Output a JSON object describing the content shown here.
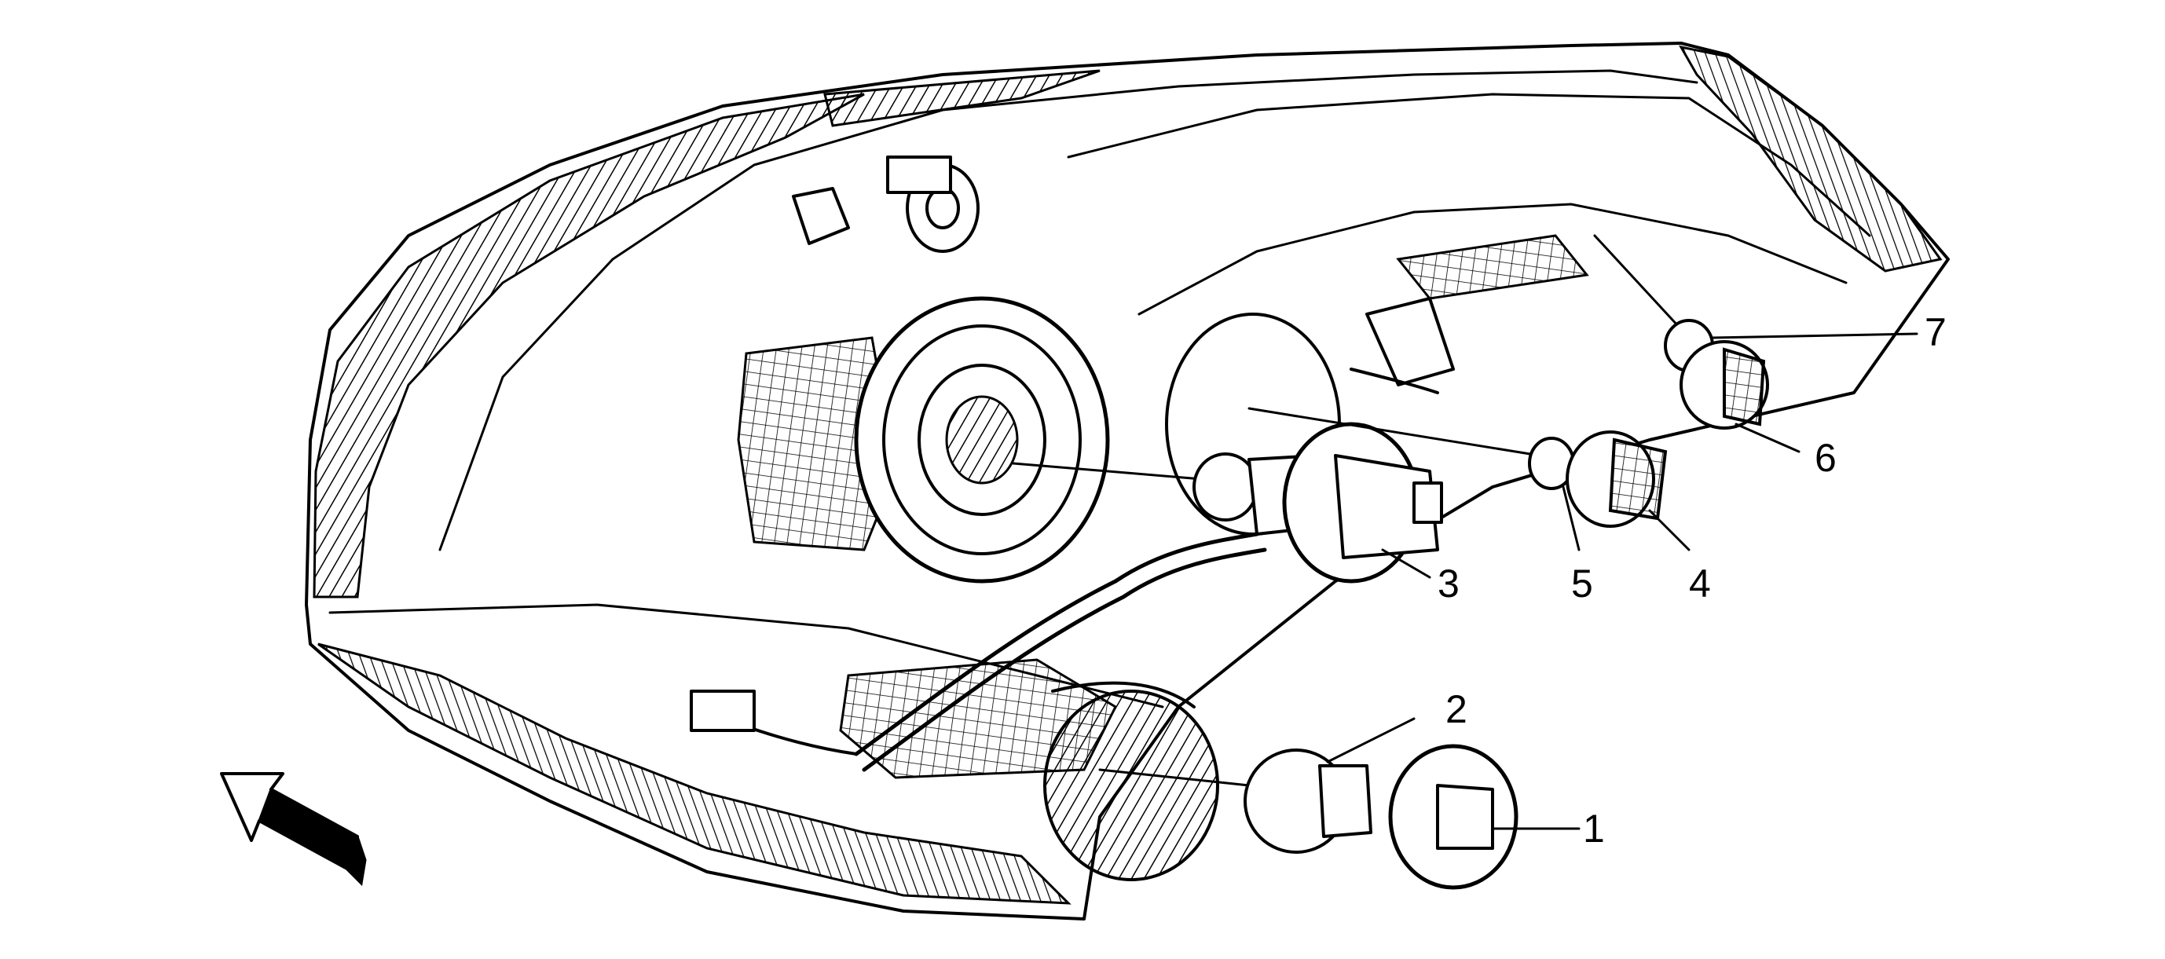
{
  "callouts": [
    {
      "id": "1",
      "label": "1"
    },
    {
      "id": "2",
      "label": "2"
    },
    {
      "id": "3",
      "label": "3"
    },
    {
      "id": "4",
      "label": "4"
    },
    {
      "id": "5",
      "label": "5"
    },
    {
      "id": "6",
      "label": "6"
    },
    {
      "id": "7",
      "label": "7"
    }
  ],
  "colors": {
    "ink": "#000000",
    "background": "#ffffff"
  },
  "icons": {
    "direction_indicator": "forward-arrow-icon"
  }
}
